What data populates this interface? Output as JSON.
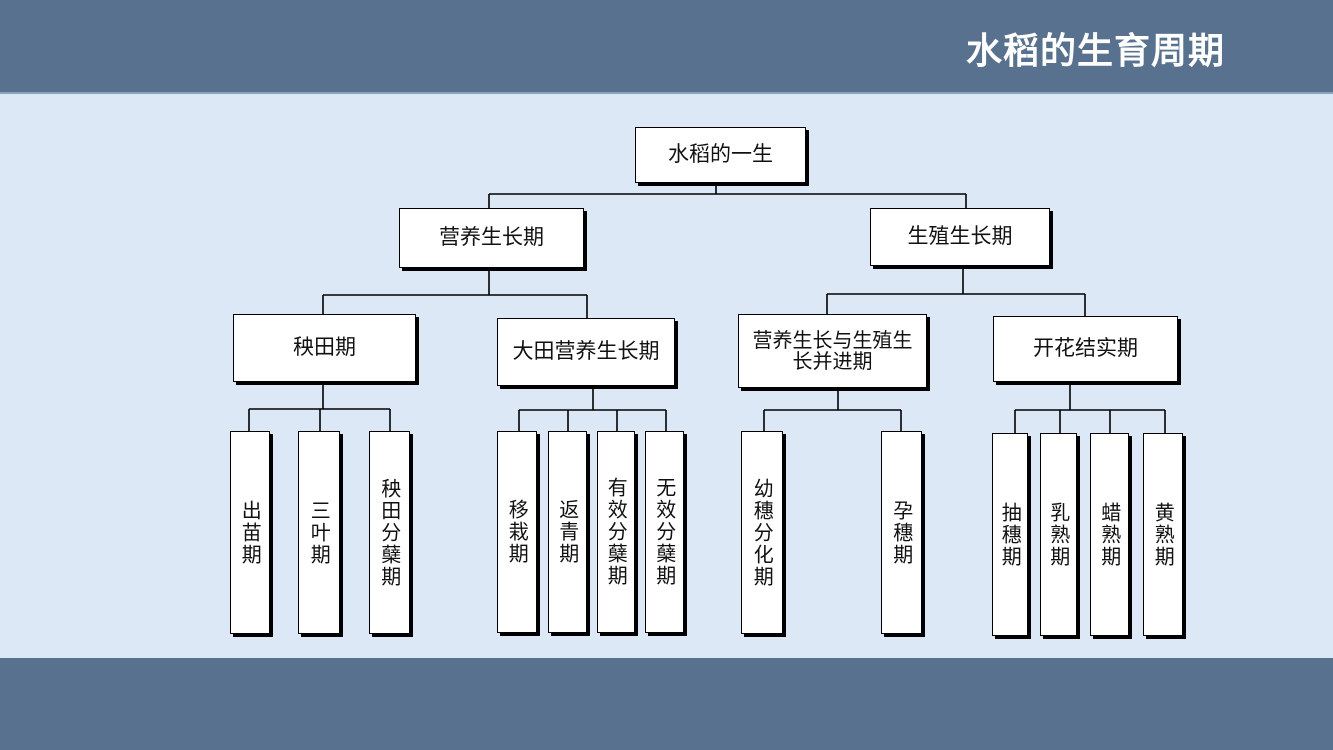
{
  "header": {
    "title": "水稻的生育周期"
  },
  "diagram": {
    "root": "水稻的一生",
    "level1": [
      "营养生长期",
      "生殖生长期"
    ],
    "level2": [
      "秧田期",
      "大田营养生长期",
      "营养生长与生殖生长并进期",
      "开花结实期"
    ],
    "level3": {
      "seedbed": [
        "出苗期",
        "三叶期",
        "秧田分蘖期"
      ],
      "field_vegetative": [
        "移栽期",
        "返青期",
        "有效分蘖期",
        "无效分蘖期"
      ],
      "concurrent": [
        "幼穗分化期",
        "孕穗期"
      ],
      "flowering_fruiting": [
        "抽穗期",
        "乳熟期",
        "蜡熟期",
        "黄熟期"
      ]
    }
  }
}
